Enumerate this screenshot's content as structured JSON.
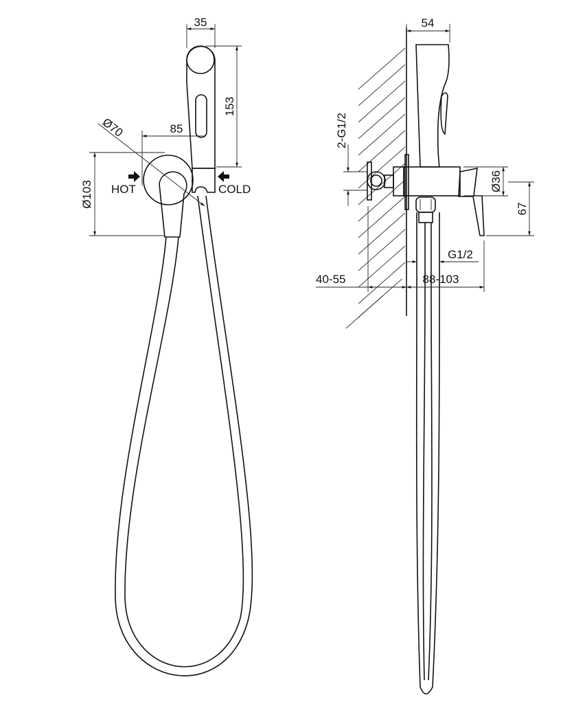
{
  "front_view": {
    "dim_head_width": "35",
    "dim_head_height": "153",
    "dim_offset": "85",
    "dim_plate_inner": "Ø70",
    "dim_plate_outer": "Ø103",
    "label_hot": "HOT",
    "label_cold": "COLD"
  },
  "side_view": {
    "dim_depth": "54",
    "dim_inlet": "2-G1/2",
    "dim_body_dia": "Ø36",
    "dim_lever": "67",
    "dim_outlet": "G1/2",
    "dim_wall_recess": "40-55",
    "dim_projection": "88-103"
  },
  "colors": {
    "line": "#111111",
    "background": "#ffffff"
  }
}
